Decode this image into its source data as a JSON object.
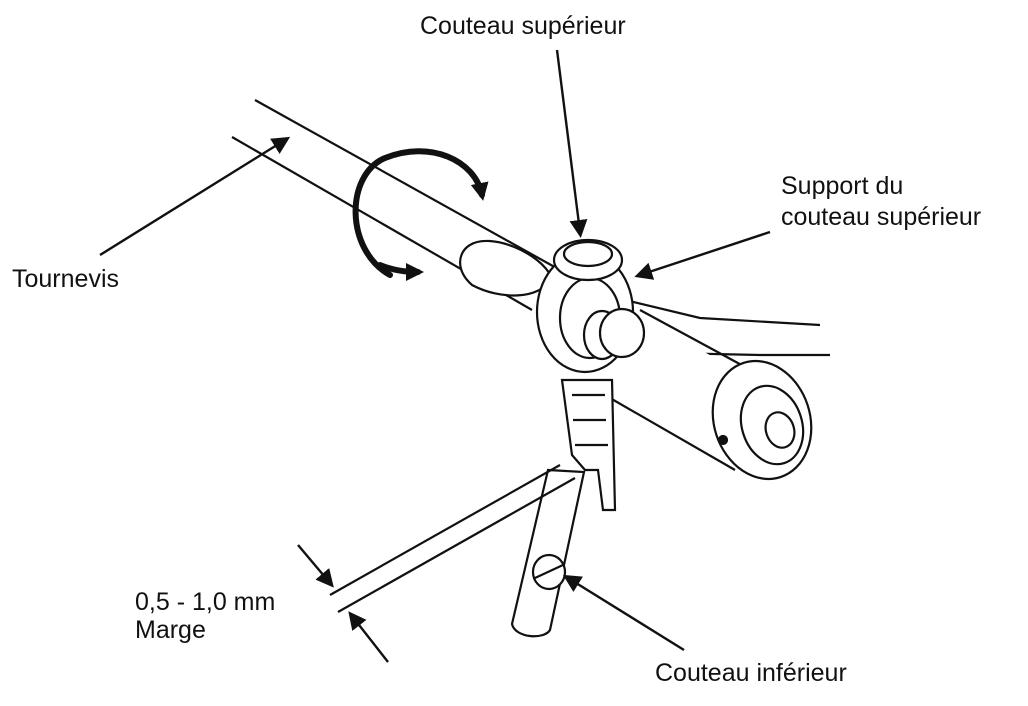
{
  "labels": {
    "upper_knife": "Couteau supérieur",
    "upper_knife_holder_line1": "Support du",
    "upper_knife_holder_line2": "couteau supérieur",
    "screwdriver": "Tournevis",
    "margin_value": "0,5 - 1,0 mm",
    "margin_label": "Marge",
    "lower_knife": "Couteau inférieur"
  },
  "colors": {
    "ink": "#111111",
    "background": "#ffffff"
  }
}
